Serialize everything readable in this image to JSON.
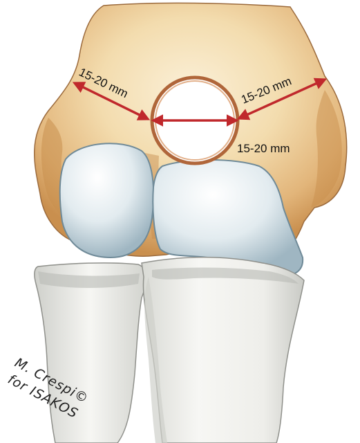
{
  "labels": {
    "left_distance": "15-20 mm",
    "right_distance": "15-20 mm",
    "diameter": "15-20 mm"
  },
  "signature": {
    "line1": "M. Crespi©",
    "line2": "for ISAKOS"
  },
  "colors": {
    "arrow": "#c0282c",
    "bone_light": "#f6e6c4",
    "bone_mid": "#e8c48e",
    "bone_shadow": "#c98f4e",
    "cartilage": "#dfe9ee",
    "cartilage_shadow": "#8aa6b4",
    "tunnel_rim": "#b0663a",
    "tibia": "#f4f4f1"
  }
}
